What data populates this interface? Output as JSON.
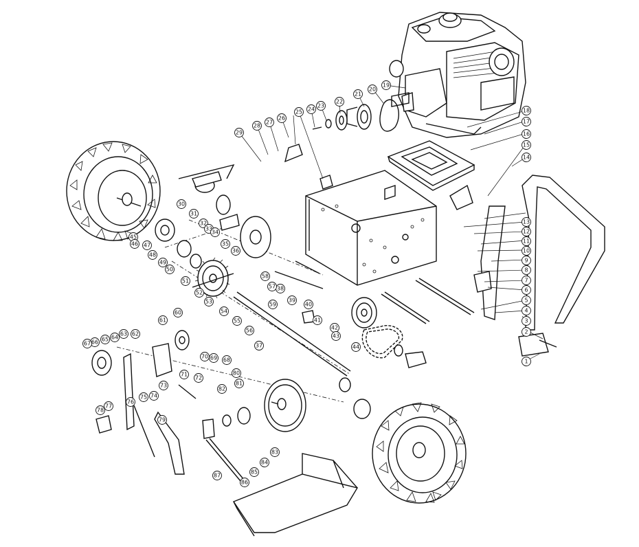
{
  "diagram": {
    "callouts": [
      {
        "id": "c1",
        "label": "1"
      },
      {
        "id": "c2",
        "label": "2"
      },
      {
        "id": "c3",
        "label": "3"
      },
      {
        "id": "c4",
        "label": "4"
      },
      {
        "id": "c5",
        "label": "5"
      },
      {
        "id": "c6",
        "label": "6"
      },
      {
        "id": "c7",
        "label": "7"
      },
      {
        "id": "c8",
        "label": "8"
      },
      {
        "id": "c9",
        "label": "9"
      },
      {
        "id": "c10",
        "label": "10"
      },
      {
        "id": "c11",
        "label": "11"
      },
      {
        "id": "c12",
        "label": "12"
      },
      {
        "id": "c13",
        "label": "13"
      },
      {
        "id": "c14",
        "label": "14"
      },
      {
        "id": "c15",
        "label": "15"
      },
      {
        "id": "c16",
        "label": "16"
      },
      {
        "id": "c17",
        "label": "17"
      },
      {
        "id": "c18",
        "label": "18"
      },
      {
        "id": "c19",
        "label": "19"
      },
      {
        "id": "c20",
        "label": "20"
      },
      {
        "id": "c21",
        "label": "21"
      },
      {
        "id": "c22",
        "label": "22"
      },
      {
        "id": "c23",
        "label": "23"
      },
      {
        "id": "c24",
        "label": "24"
      },
      {
        "id": "c25",
        "label": "25"
      },
      {
        "id": "c26",
        "label": "26"
      },
      {
        "id": "c27",
        "label": "27"
      },
      {
        "id": "c28",
        "label": "28"
      },
      {
        "id": "c29",
        "label": "29"
      },
      {
        "id": "c30",
        "label": "30"
      },
      {
        "id": "c31",
        "label": "31"
      },
      {
        "id": "c32",
        "label": "32"
      },
      {
        "id": "c33",
        "label": "33"
      },
      {
        "id": "c34",
        "label": "34"
      },
      {
        "id": "c35",
        "label": "35"
      },
      {
        "id": "c36",
        "label": "36"
      },
      {
        "id": "c37",
        "label": "37"
      },
      {
        "id": "c38",
        "label": "38"
      },
      {
        "id": "c39",
        "label": "39"
      },
      {
        "id": "c40",
        "label": "40"
      },
      {
        "id": "c41",
        "label": "41"
      },
      {
        "id": "c42",
        "label": "42"
      },
      {
        "id": "c43",
        "label": "43"
      },
      {
        "id": "c44",
        "label": "44"
      },
      {
        "id": "c45",
        "label": "45"
      },
      {
        "id": "c46",
        "label": "46"
      },
      {
        "id": "c47",
        "label": "47"
      },
      {
        "id": "c48",
        "label": "48"
      },
      {
        "id": "c49",
        "label": "49"
      },
      {
        "id": "c50",
        "label": "50"
      },
      {
        "id": "c51",
        "label": "51"
      },
      {
        "id": "c52",
        "label": "52"
      },
      {
        "id": "c53",
        "label": "53"
      },
      {
        "id": "c54",
        "label": "54"
      },
      {
        "id": "c55",
        "label": "55"
      },
      {
        "id": "c56",
        "label": "56"
      },
      {
        "id": "c57",
        "label": "57"
      },
      {
        "id": "c58",
        "label": "58"
      },
      {
        "id": "c59",
        "label": "59"
      },
      {
        "id": "c60",
        "label": "60"
      },
      {
        "id": "c61",
        "label": "61"
      },
      {
        "id": "c62",
        "label": "62"
      },
      {
        "id": "c63",
        "label": "63"
      },
      {
        "id": "c64",
        "label": "64"
      },
      {
        "id": "c65",
        "label": "65"
      },
      {
        "id": "c66",
        "label": "66"
      },
      {
        "id": "c67",
        "label": "67"
      },
      {
        "id": "c68",
        "label": "68"
      },
      {
        "id": "c69",
        "label": "69"
      },
      {
        "id": "c70",
        "label": "70"
      },
      {
        "id": "c71",
        "label": "71"
      },
      {
        "id": "c72",
        "label": "72"
      },
      {
        "id": "c73",
        "label": "73"
      },
      {
        "id": "c74",
        "label": "74"
      },
      {
        "id": "c75",
        "label": "75"
      },
      {
        "id": "c76",
        "label": "76"
      },
      {
        "id": "c77",
        "label": "77"
      },
      {
        "id": "c78",
        "label": "78"
      },
      {
        "id": "c79",
        "label": "79"
      },
      {
        "id": "c80",
        "label": "80"
      },
      {
        "id": "c81",
        "label": "81"
      },
      {
        "id": "c82",
        "label": "82"
      },
      {
        "id": "c83",
        "label": "83"
      },
      {
        "id": "c84",
        "label": "84"
      },
      {
        "id": "c85",
        "label": "85"
      },
      {
        "id": "c86",
        "label": "86"
      },
      {
        "id": "c87",
        "label": "87"
      }
    ]
  }
}
